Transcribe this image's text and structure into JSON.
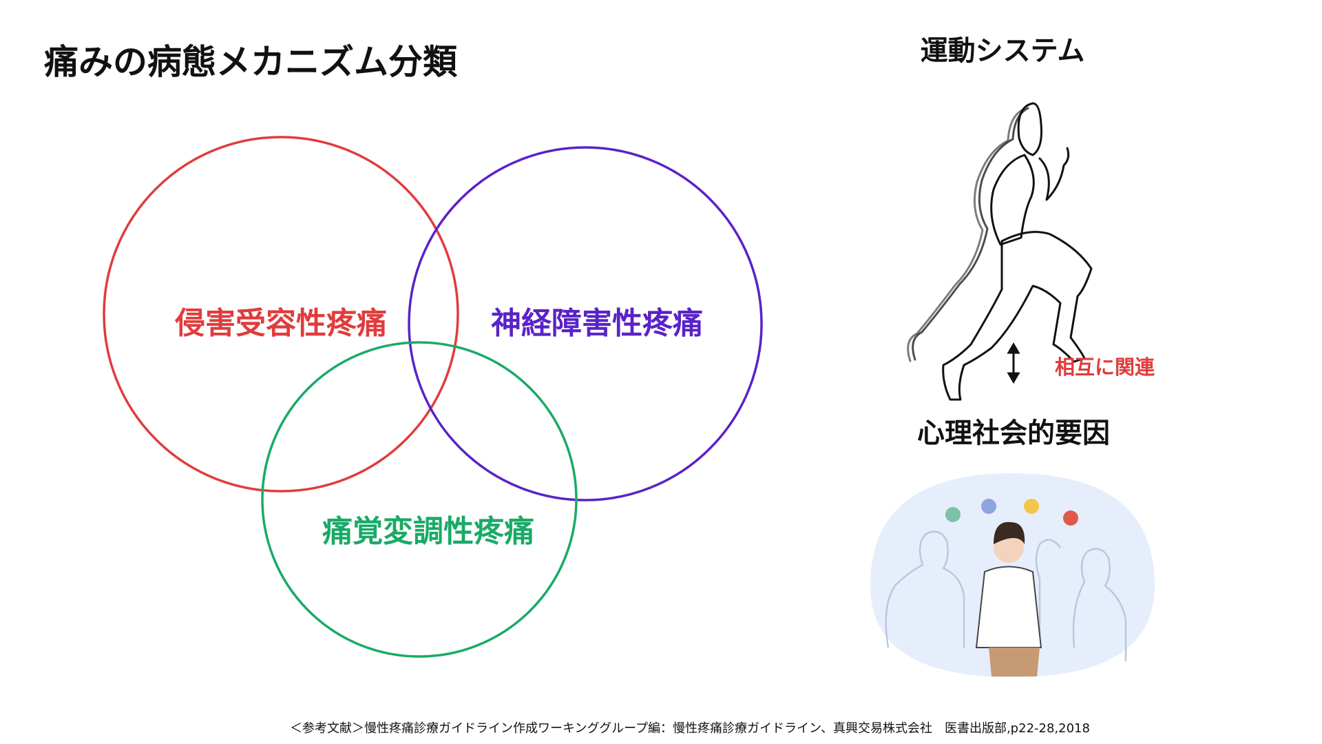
{
  "title": "痛みの病態メカニズム分類",
  "venn": {
    "nociceptive": {
      "label": "侵害受容性疼痛",
      "color": "#e03c3c"
    },
    "neuropathic": {
      "label": "神経障害性疼痛",
      "color": "#5a22c8"
    },
    "nociplastic": {
      "label": "痛覚変調性疼痛",
      "color": "#1aaa66"
    }
  },
  "right": {
    "motor_label": "運動システム",
    "relation_label": "相互に関連",
    "relation_color": "#e03c3c",
    "psycho_label": "心理社会的要因"
  },
  "footer": "＜参考文献＞慢性疼痛診療ガイドライン作成ワーキンググループ編：慢性疼痛診療ガイドライン、真興交易株式会社　医書出版部,p22-28,2018"
}
